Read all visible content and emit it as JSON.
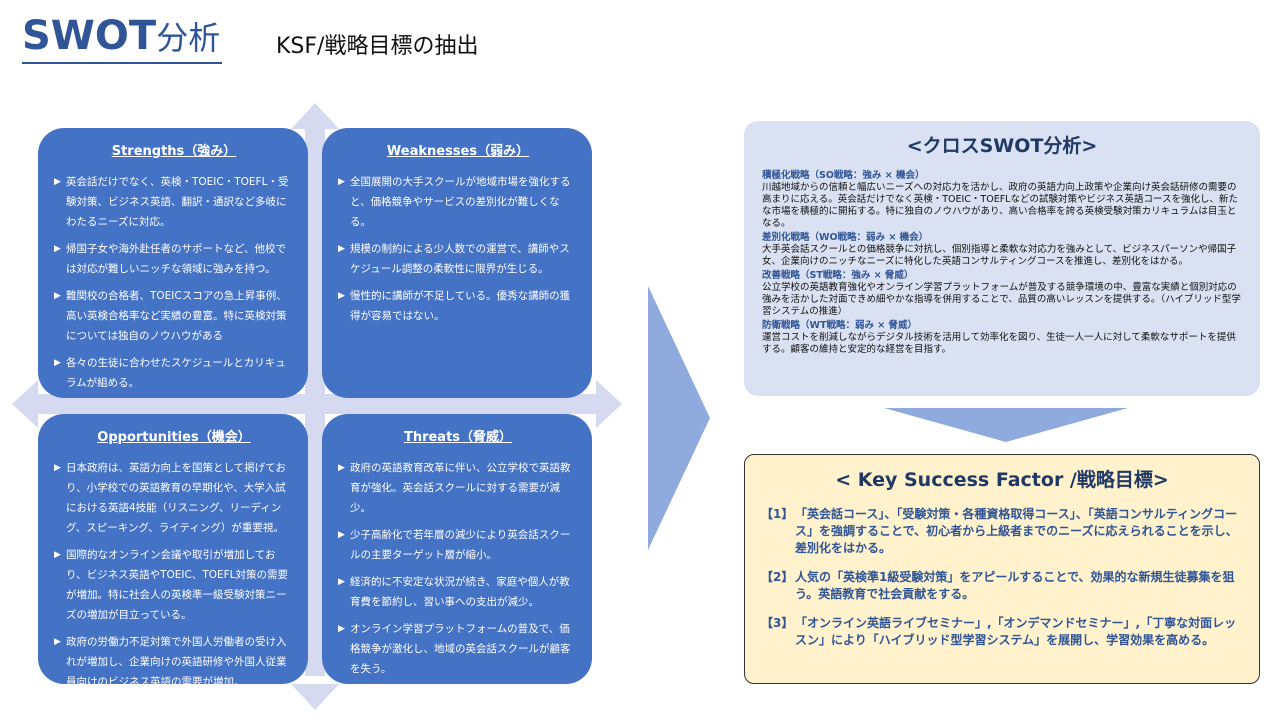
{
  "header": {
    "title_en": "SWOT",
    "title_ja": "分析",
    "subtitle": "KSF/戦略目標の抽出"
  },
  "swot": {
    "strengths": {
      "title": "Strengths（強み）",
      "items": [
        "英会話だけでなく、英検・TOEIC・TOEFL・受験対策、ビジネス英語、翻訳・通訳など多岐にわたるニーズに対応。",
        "帰国子女や海外赴任者のサポートなど、他校では対応が難しいニッチな領域に強みを持つ。",
        "難関校の合格者、TOEICスコアの急上昇事例、高い英検合格率など実績の豊富。特に英検対策については独自のノウハウがある",
        "各々の生徒に合わせたスケジュールとカリキュラムが組める。"
      ]
    },
    "weaknesses": {
      "title": "Weaknesses（弱み）",
      "items": [
        "全国展開の大手スクールが地域市場を強化すると、価格競争やサービスの差別化が難しくなる。",
        "規模の制約による少人数での運営で、講師やスケジュール調整の柔軟性に限界が生じる。",
        "慢性的に講師が不足している。優秀な講師の獲得が容易ではない。"
      ]
    },
    "opportunities": {
      "title": "Opportunities（機会）",
      "items": [
        "日本政府は、英語力向上を国策として掲げており、小学校での英語教育の早期化や、大学入試における英語4技能（リスニング、リーディング、スピーキング、ライティング）が重要視。",
        "国際的なオンライン会議や取引が増加しており、ビジネス英語やTOEIC、TOEFL対策の需要が増加。特に社会人の英検準一級受験対策ニーズの増加が目立っている。",
        "政府の労働力不足対策で外国人労働者の受け入れが増加し、企業向けの英語研修や外国人従業員向けのビジネス英語の需要が増加。"
      ]
    },
    "threats": {
      "title": "Threats（脅威）",
      "items": [
        "政府の英語教育改革に伴い、公立学校で英語教育が強化。英会話スクールに対する需要が減少。",
        "少子高齢化で若年層の減少により英会話スクールの主要ターゲット層が縮小。",
        "経済的に不安定な状況が続き、家庭や個人が教育費を節約し、習い事への支出が減少。",
        "オンライン学習プラットフォームの普及で、価格競争が激化し、地域の英会話スクールが顧客を失う。"
      ]
    }
  },
  "cross_swot": {
    "title": "<クロスSWOT分析>",
    "strategies": [
      {
        "title": "積極化戦略（SO戦略：強み × 機会）",
        "text": "川越地域からの信頼と幅広いニーズへの対応力を活かし、政府の英語力向上政策や企業向け英会話研修の需要の高まりに応える。英会話だけでなく英検・TOEIC・TOEFLなどの試験対策やビジネス英語コースを強化し、新たな市場を積極的に開拓する。特に独自のノウハウがあり、高い合格率を誇る英検受験対策カリキュラムは目玉となる。"
      },
      {
        "title": "差別化戦略（WO戦略：弱み × 機会）",
        "text": "大手英会話スクールとの価格競争に対抗し、個別指導と柔軟な対応力を強みとして、ビジネスパーソンや帰国子女、企業向けのニッチなニーズに特化した英語コンサルティングコースを推進し、差別化をはかる。"
      },
      {
        "title": "改善戦略（ST戦略：強み × 脅威）",
        "text": "公立学校の英語教育強化やオンライン学習プラットフォームが普及する競争環境の中、豊富な実績と個別対応の強みを活かした対面できめ細やかな指導を併用することで、品質の高いレッスンを提供する。（ハイブリッド型学習システムの推進）"
      },
      {
        "title": "防衛戦略（WT戦略：弱み × 脅威）",
        "text": "運営コストを削減しながらデジタル技術を活用して効率化を図り、生徒一人一人に対して柔軟なサポートを提供する。顧客の維持と安定的な経営を目指す。"
      }
    ]
  },
  "ksf": {
    "title": "< Key Success Factor /戦略目標>",
    "items": [
      {
        "num": "【1】",
        "text": "「英会話コース」、「受験対策・各種資格取得コース」、「英語コンサルティングコース」を強調することで、初心者から上級者までのニーズに応えられることを示し、差別化をはかる。"
      },
      {
        "num": "【2】",
        "text": "人気の「英検準1級受験対策」をアピールすることで、効果的な新規生徒募集を狙う。英語教育で社会貢献をする。"
      },
      {
        "num": "【3】",
        "text": "「オンライン英語ライブセミナー」,「オンデマンドセミナー」,「丁寧な対面レッスン」により「ハイブリッド型学習システム」を展開し、学習効果を高める。"
      }
    ]
  },
  "colors": {
    "accent": "#2f5597",
    "quadrant": "#4472c4",
    "cross_bg": "#d9e1f2",
    "ksf_bg": "#fff2cc",
    "arrow": "#8faadc"
  }
}
